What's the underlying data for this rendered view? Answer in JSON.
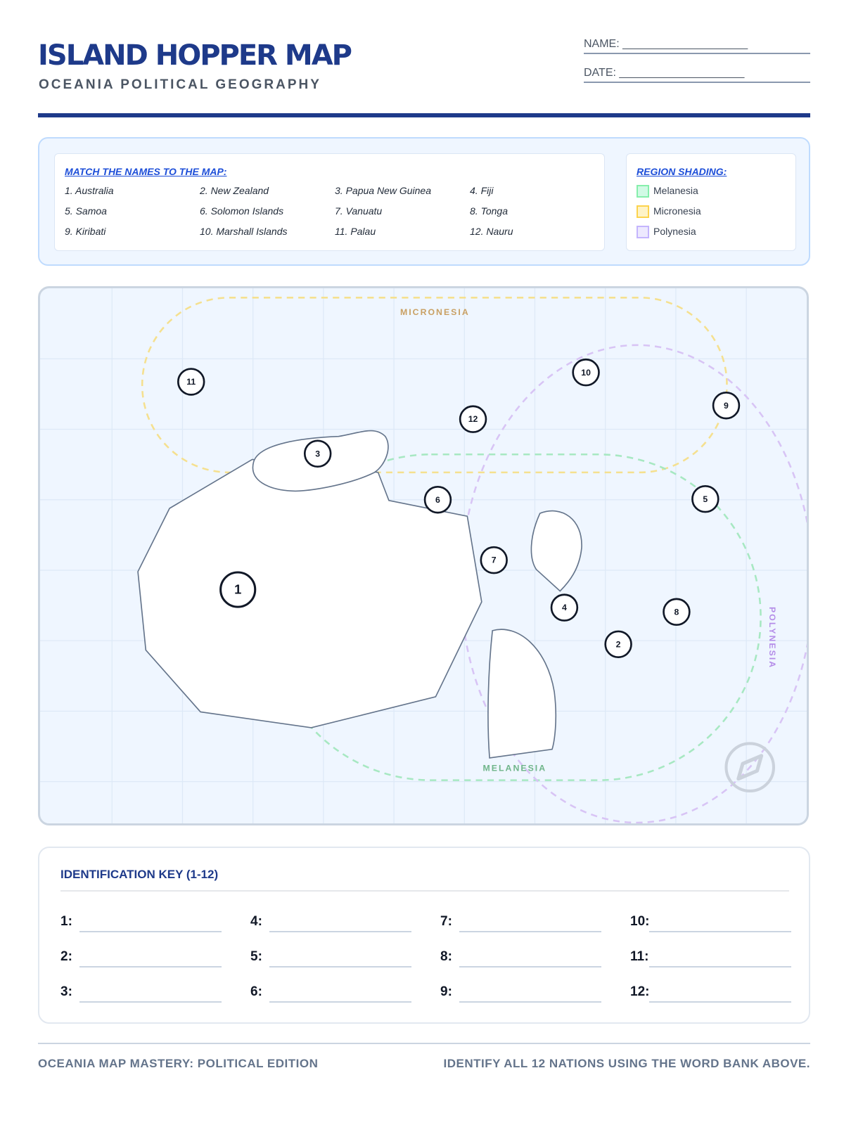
{
  "header": {
    "title": "ISLAND HOPPER MAP",
    "subtitle": "OCEANIA POLITICAL GEOGRAPHY",
    "name_label": "NAME: ____________________",
    "date_label": "DATE: ____________________"
  },
  "word_bank": {
    "heading": "MATCH THE NAMES TO THE MAP:",
    "items": [
      "1. Australia",
      "2. New Zealand",
      "3. Papua New Guinea",
      "4. Fiji",
      "5. Samoa",
      "6. Solomon Islands",
      "7. Vanuatu",
      "8. Tonga",
      "9. Kiribati",
      "10. Marshall Islands",
      "11. Palau",
      "12. Nauru"
    ]
  },
  "legend": {
    "heading": "REGION SHADING:",
    "items": [
      {
        "label": "Melanesia",
        "color": "#86efac",
        "fill": "#d1fae5"
      },
      {
        "label": "Micronesia",
        "color": "#fcd34d",
        "fill": "#fef3c7"
      },
      {
        "label": "Polynesia",
        "color": "#c4b5fd",
        "fill": "#ede9fe"
      }
    ]
  },
  "map": {
    "region_labels": {
      "micronesia": "MICRONESIA",
      "melanesia": "MELANESIA",
      "polynesia": "POLYNESIA"
    },
    "markers": [
      "1",
      "2",
      "3",
      "4",
      "5",
      "6",
      "7",
      "8",
      "9",
      "10",
      "11",
      "12"
    ]
  },
  "key": {
    "heading": "IDENTIFICATION KEY (1-12)",
    "labels": [
      "1:",
      "2:",
      "3:",
      "4:",
      "5:",
      "6:",
      "7:",
      "8:",
      "9:",
      "10:",
      "11:",
      "12:"
    ]
  },
  "footer": {
    "left": "OCEANIA MAP MASTERY: POLITICAL EDITION",
    "right": "IDENTIFY ALL 12 NATIONS USING THE WORD BANK ABOVE."
  }
}
